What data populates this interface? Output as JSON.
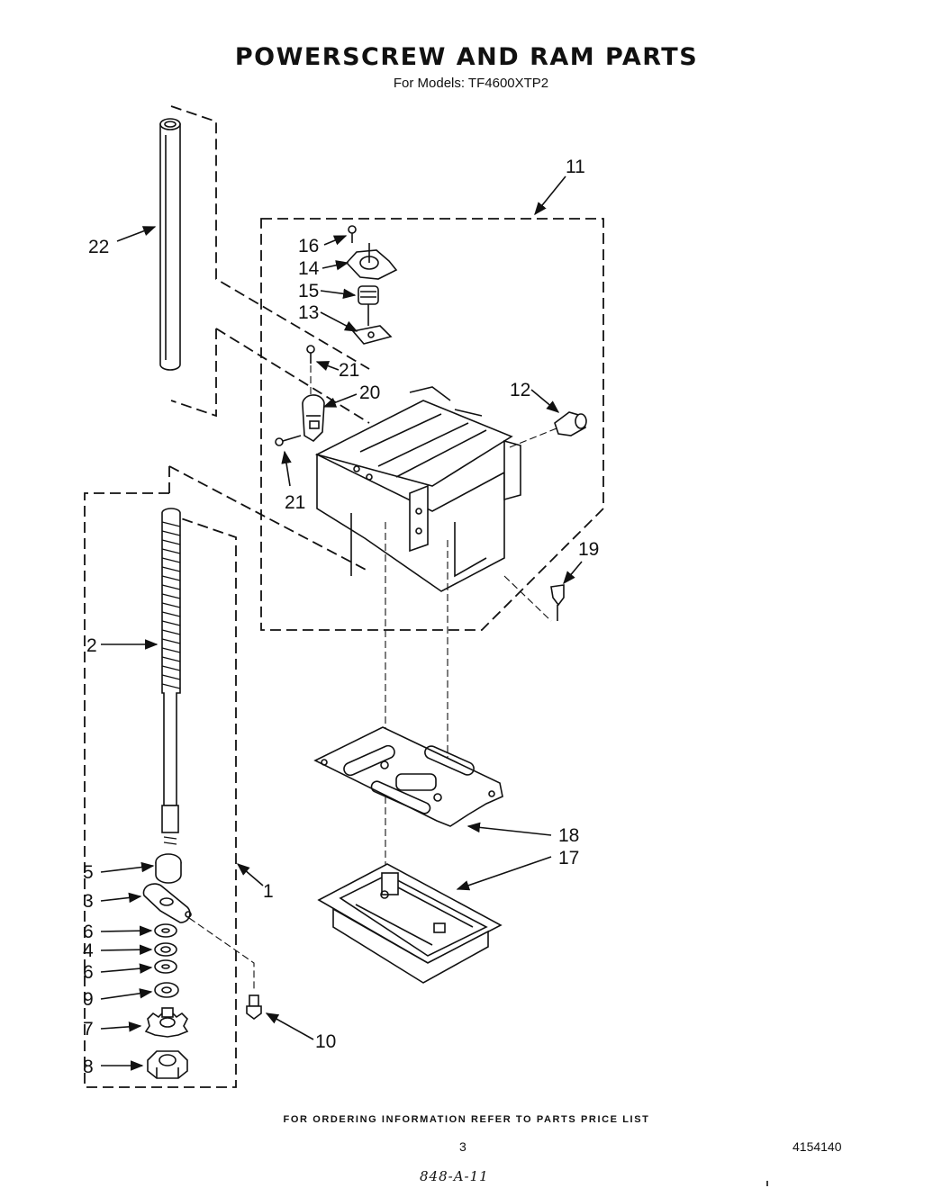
{
  "header": {
    "title": "POWERSCREW AND RAM PARTS",
    "subtitle": "For Models:  TF4600XTP2"
  },
  "footer": {
    "ordering_note": "FOR ORDERING INFORMATION REFER TO PARTS PRICE LIST",
    "page_number": "3",
    "document_number": "4154140",
    "handwritten_note": "848-A-11"
  },
  "callouts": {
    "c1": "1",
    "c2": "2",
    "c3": "3",
    "c4": "4",
    "c5": "5",
    "c6a": "6",
    "c6b": "6",
    "c7": "7",
    "c8": "8",
    "c9": "9",
    "c10": "10",
    "c11": "11",
    "c12": "12",
    "c13": "13",
    "c14": "14",
    "c15": "15",
    "c16": "16",
    "c17": "17",
    "c18": "18",
    "c19": "19",
    "c20": "20",
    "c21a": "21",
    "c21b": "21",
    "c22": "22"
  }
}
